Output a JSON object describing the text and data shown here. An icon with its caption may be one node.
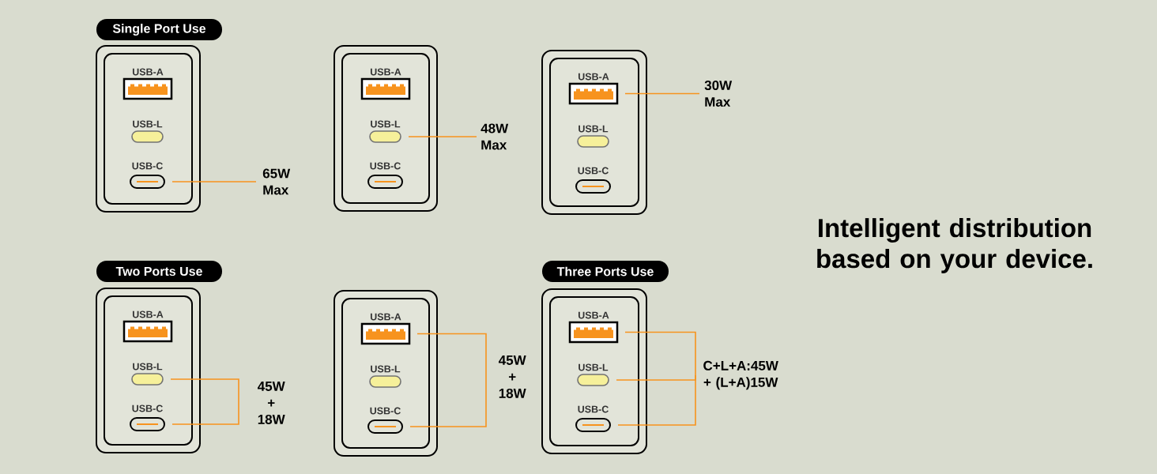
{
  "diagram": {
    "title": "Intelligent distribution based on your device.",
    "nodes": [
      {
        "text": [
          "Single Port Use"
        ]
      },
      {
        "text": [],
        "shape": "box"
      },
      {
        "text": [
          "USB-A"
        ],
        "in": 1
      },
      {
        "text": [
          "USB-L"
        ],
        "in": 1
      },
      {
        "text": [
          "USB-C"
        ],
        "in": 1
      },
      {
        "text": [],
        "shape": "box"
      },
      {
        "text": [
          "USB-A"
        ],
        "in": 5
      },
      {
        "text": [
          "USB-L"
        ],
        "in": 5
      },
      {
        "text": [
          "USB-C"
        ],
        "in": 5
      },
      {
        "text": [],
        "shape": "box"
      },
      {
        "text": [
          "USB-A"
        ],
        "in": 9
      },
      {
        "text": [
          "USB-L"
        ],
        "in": 9
      },
      {
        "text": [
          "USB-C"
        ],
        "in": 9
      },
      {
        "text": [
          "65W Max"
        ]
      },
      {
        "text": [
          "48W Max"
        ]
      },
      {
        "text": [
          "30W Max"
        ]
      },
      {
        "text": [
          "Two Ports Use"
        ]
      },
      {
        "text": [],
        "shape": "box"
      },
      {
        "text": [
          "USB-A"
        ],
        "in": 17
      },
      {
        "text": [
          "USB-L"
        ],
        "in": 17
      },
      {
        "text": [
          "USB-C"
        ],
        "in": 17
      },
      {
        "text": [],
        "shape": "box"
      },
      {
        "text": [
          "USB-A"
        ],
        "in": 21
      },
      {
        "text": [
          "USB-L"
        ],
        "in": 21
      },
      {
        "text": [
          "USB-C"
        ],
        "in": 21
      },
      {
        "text": [
          "Three Ports Use"
        ]
      },
      {
        "text": [],
        "shape": "box"
      },
      {
        "text": [
          "USB-A"
        ],
        "in": 26
      },
      {
        "text": [
          "USB-L"
        ],
        "in": 26
      },
      {
        "text": [
          "USB-C"
        ],
        "in": 26
      },
      {
        "text": [
          "45W + 18W"
        ]
      },
      {
        "text": [
          "45W + 18W"
        ]
      },
      {
        "text": [
          "C+L+A:45W + (L+A)15W"
        ]
      }
    ],
    "edges": [
      {
        "from": 13,
        "to": 4,
        "arrow": "none",
        "color": "#f7931e"
      },
      {
        "from": 14,
        "to": 7,
        "arrow": "none",
        "color": "#f7931e"
      },
      {
        "from": 15,
        "to": 10,
        "arrow": "none",
        "color": "#f7931e"
      },
      {
        "from": 30,
        "to": 19,
        "arrow": "none",
        "color": "#f7931e"
      },
      {
        "from": 30,
        "to": 20,
        "arrow": "none",
        "color": "#f7931e"
      },
      {
        "from": 31,
        "to": 22,
        "arrow": "none",
        "color": "#f7931e"
      },
      {
        "from": 31,
        "to": 24,
        "arrow": "none",
        "color": "#f7931e"
      },
      {
        "from": 32,
        "to": 27,
        "arrow": "none",
        "color": "#f7931e"
      },
      {
        "from": 32,
        "to": 28,
        "arrow": "none",
        "color": "#f7931e"
      },
      {
        "from": 32,
        "to": 29,
        "arrow": "none",
        "color": "#f7931e"
      }
    ]
  }
}
